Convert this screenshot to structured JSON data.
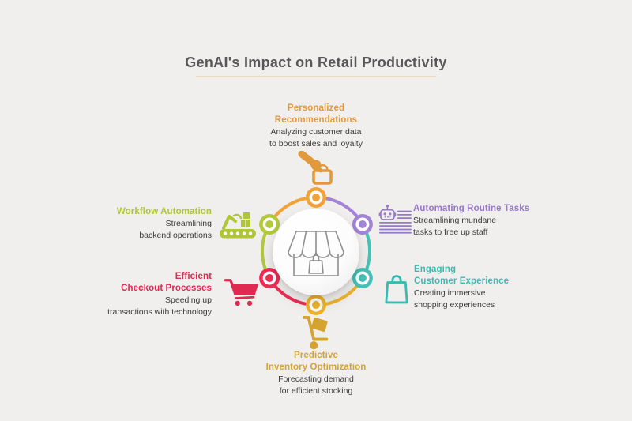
{
  "title": "GenAI's Impact on Retail Productivity",
  "colors": {
    "background": "#F0EFEE",
    "title_text": "#58585A",
    "title_underline": "#E8DCC5",
    "body_text": "#3C3C3C",
    "orange": "#F2A237",
    "purple": "#A383D6",
    "teal": "#45C2B8",
    "gold": "#EFB32B",
    "red": "#EE2D55",
    "green": "#B2C93C",
    "center_icon_stroke": "#8F8F8F"
  },
  "center": {
    "icon": "storefront-icon"
  },
  "segments": {
    "personalized": {
      "title_lines": [
        "Personalized",
        "Recommendations"
      ],
      "desc_lines": [
        "Analyzing customer data",
        "to boost sales and loyalty"
      ],
      "color": "#E2993B",
      "icon": "hand-basket-icon"
    },
    "automating": {
      "title_lines": [
        "Automating Routine Tasks"
      ],
      "desc_lines": [
        "Streamlining mundane",
        "tasks to free up staff"
      ],
      "color": "#9678C8",
      "icon": "robot-tasks-icon"
    },
    "engaging": {
      "title_lines": [
        "Engaging",
        "Customer Experience"
      ],
      "desc_lines": [
        "Creating immersive",
        "shopping experiences"
      ],
      "color": "#3ABBB2",
      "icon": "shopping-bag-icon"
    },
    "predictive": {
      "title_lines": [
        "Predictive",
        "Inventory Optimization"
      ],
      "desc_lines": [
        "Forecasting demand",
        "for efficient stocking"
      ],
      "color": "#D5A32F",
      "icon": "hand-truck-icon"
    },
    "checkout": {
      "title_lines": [
        "Efficient",
        "Checkout Processes"
      ],
      "desc_lines": [
        "Speeding up",
        "transactions with technology"
      ],
      "color": "#E02950",
      "icon": "shopping-cart-icon"
    },
    "workflow": {
      "title_lines": [
        "Workflow Automation"
      ],
      "desc_lines": [
        "Streamlining",
        "backend operations"
      ],
      "color": "#AFC636",
      "icon": "conveyor-robot-icon"
    }
  }
}
